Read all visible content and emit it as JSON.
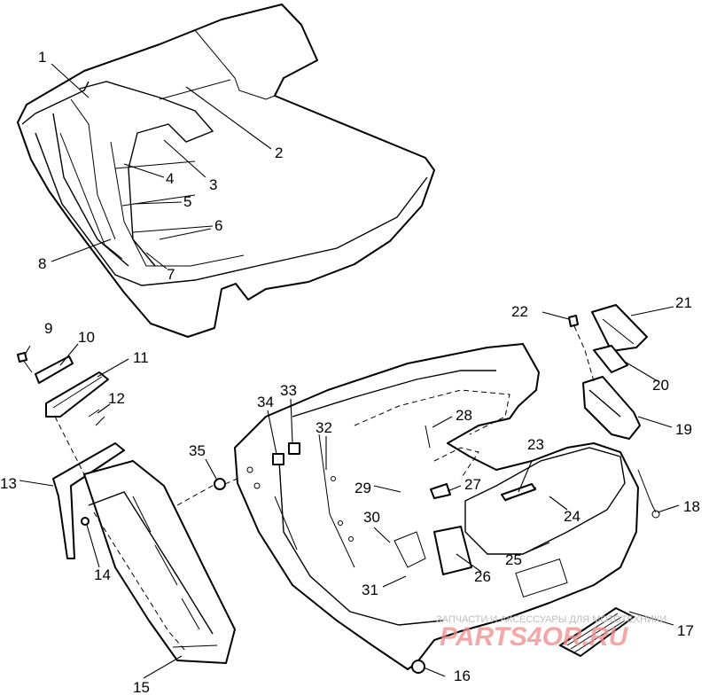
{
  "callouts": [
    "1",
    "2",
    "3",
    "4",
    "5",
    "6",
    "7",
    "8",
    "9",
    "10",
    "11",
    "12",
    "13",
    "14",
    "15",
    "16",
    "17",
    "18",
    "19",
    "20",
    "21",
    "22",
    "23",
    "24",
    "25",
    "26",
    "27",
    "28",
    "29",
    "30",
    "31",
    "32",
    "33",
    "34",
    "35"
  ],
  "watermark": {
    "caption": "ЗАПЧАСТИ И АКСЕССУАРЫ ДЛЯ МОТОТЕХНИКИ",
    "brand": "PARTS4OR.RU",
    "color": "#f08b8b"
  }
}
